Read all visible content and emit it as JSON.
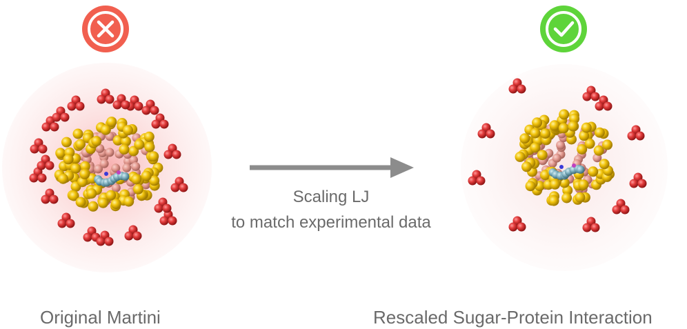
{
  "left_panel": {
    "status_icon": "cross-icon",
    "status_color": "#f15f4f",
    "caption": "Original Martini",
    "glow_color": "#f8b4b4",
    "sugar_count": 20
  },
  "right_panel": {
    "status_icon": "checkmark-icon",
    "status_color": "#5ed43a",
    "caption": "Rescaled Sugar-Protein Interaction",
    "glow_color": "#f6d8d8",
    "sugar_count": 10
  },
  "arrow": {
    "label_line1": "Scaling LJ",
    "label_line2": "to match experimental data",
    "color": "#8c8c8c"
  },
  "colors": {
    "sugar": "#e03a3a",
    "protein_shell": "#f2c40c",
    "protein_core": "#e49a92",
    "ligand": "#7fb0c0"
  }
}
